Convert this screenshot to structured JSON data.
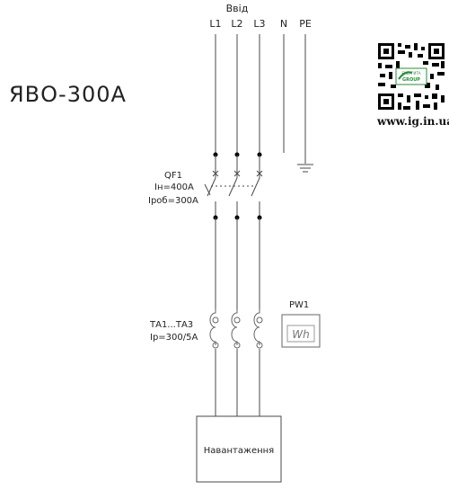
{
  "title": "ЯВО-300А",
  "input_label": "Ввід",
  "terminals": [
    "L1",
    "L2",
    "L3",
    "N",
    "PE"
  ],
  "breaker": {
    "name": "QF1",
    "rated_current": "Iн=400А",
    "working_current": "Іроб=300А"
  },
  "transformers": {
    "name": "ТА1...ТА3",
    "ratio": "Ip=300/5А"
  },
  "meter": {
    "name": "PW1",
    "symbol": "Wh"
  },
  "load_label": "Навантаження",
  "website": "www.ig.in.ua",
  "logo": {
    "text_top": "ЕНЕРГИТА",
    "text_bottom": "GROUP",
    "brand_color": "#2e8b3a"
  }
}
